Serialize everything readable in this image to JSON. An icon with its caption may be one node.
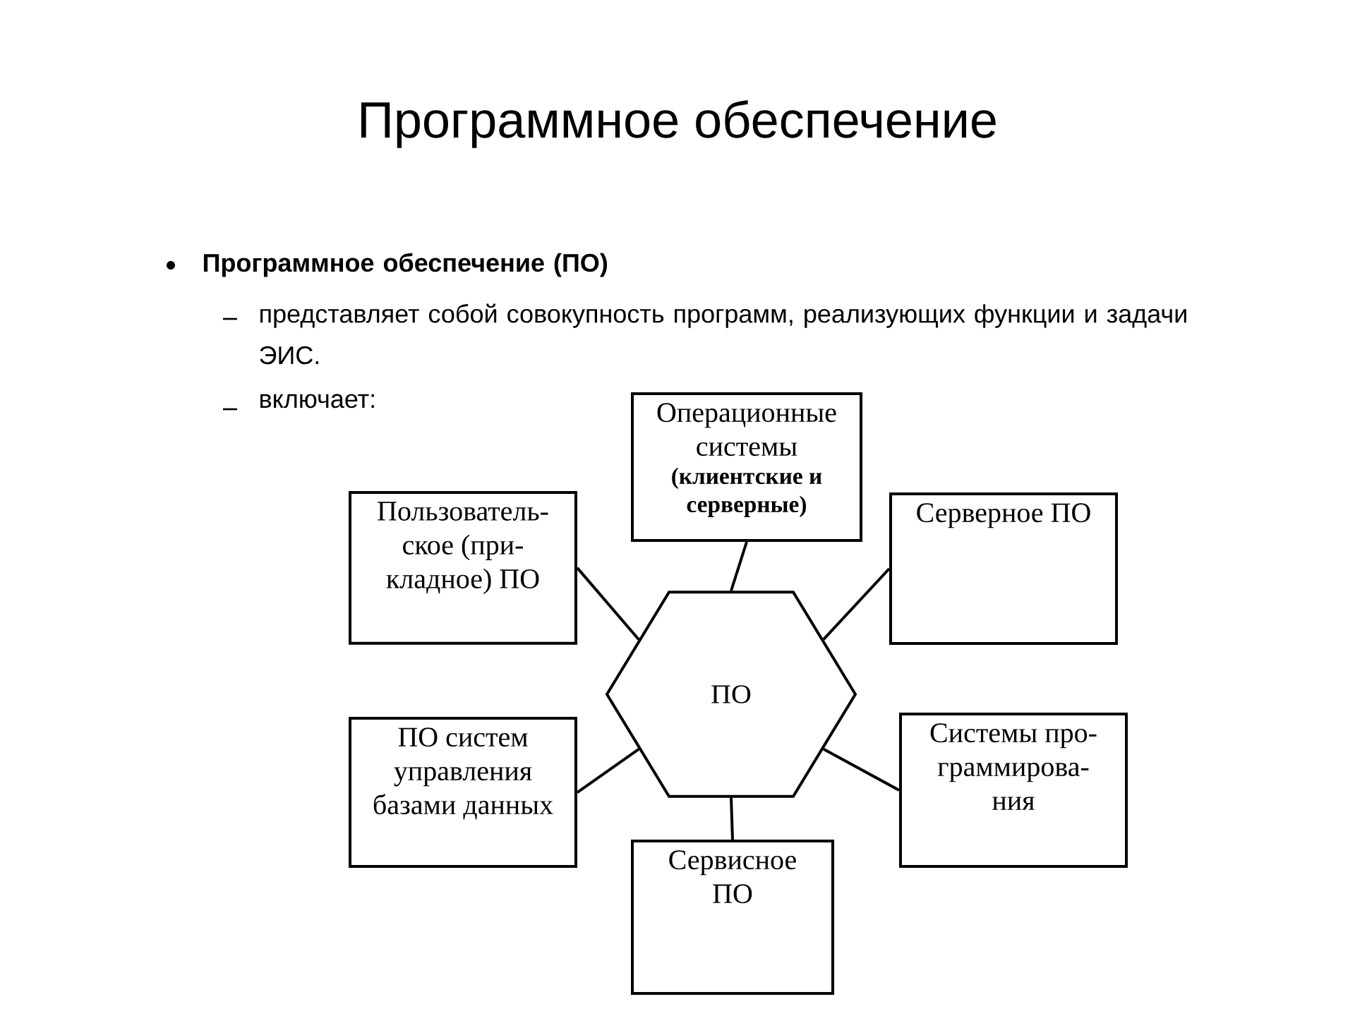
{
  "diagram": {
    "title": "Программное обеспечение",
    "nodes": [
      {
        "text": [
          "Операционные системы",
          "(клиентские и серверные)"
        ]
      },
      {
        "text": [
          "Пользователь- ское (при- кладное) ПО"
        ]
      },
      {
        "text": [
          "Серверное ПО"
        ]
      },
      {
        "text": [
          "ПО"
        ]
      },
      {
        "text": [
          "ПО систем управления базами данных"
        ]
      },
      {
        "text": [
          "Системы про- граммирова- ния"
        ]
      },
      {
        "text": [
          "Сервисное ПО"
        ]
      }
    ],
    "edges": [
      {
        "from": 3,
        "to": 0,
        "arrow": "none"
      },
      {
        "from": 3,
        "to": 1,
        "arrow": "none"
      },
      {
        "from": 3,
        "to": 2,
        "arrow": "none"
      },
      {
        "from": 3,
        "to": 4,
        "arrow": "none"
      },
      {
        "from": 3,
        "to": 5,
        "arrow": "none"
      },
      {
        "from": 3,
        "to": 6,
        "arrow": "none"
      }
    ],
    "labels": [
      "Программное обеспечение (ПО)",
      "представляет собой совокупность программ, реализующих функции и задачи ЭИС.",
      "включает:"
    ]
  }
}
